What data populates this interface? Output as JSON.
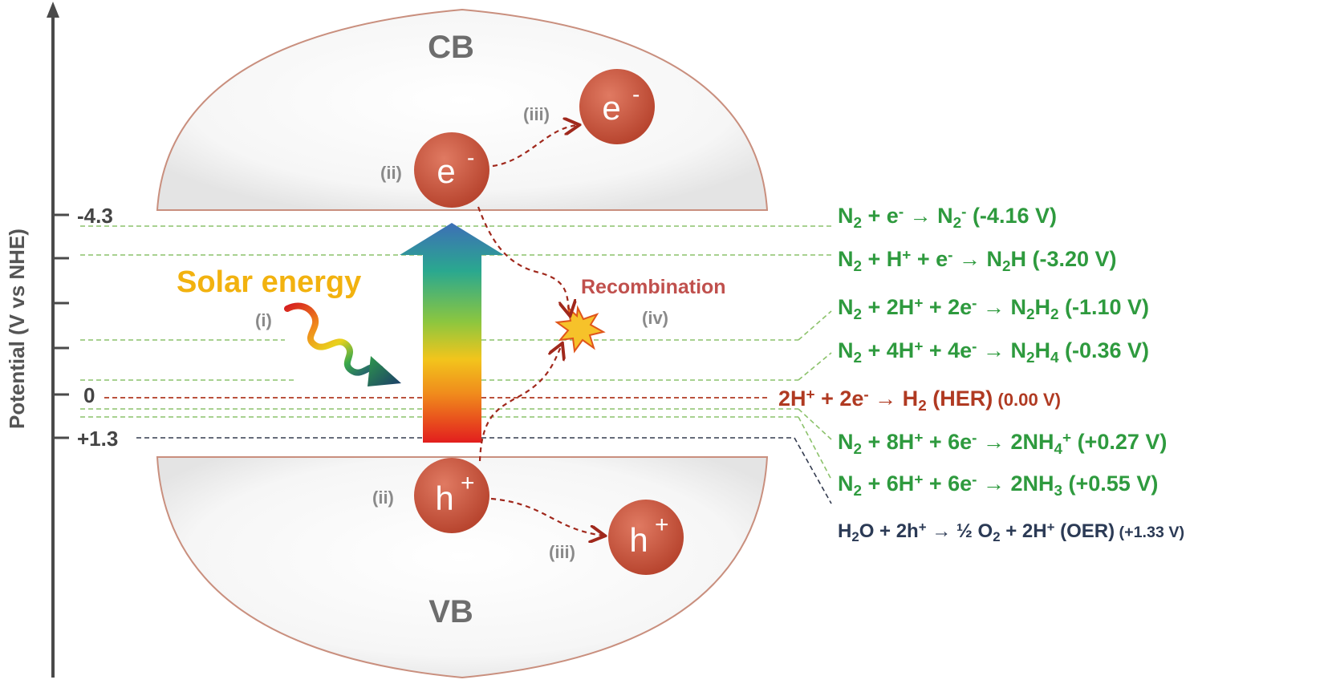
{
  "axis": {
    "title": "Potential (V vs NHE)",
    "ticks": [
      {
        "label": "-4.3"
      },
      {
        "label": "0"
      },
      {
        "label": "+1.3"
      }
    ]
  },
  "bands": {
    "cb_label": "CB",
    "vb_label": "VB"
  },
  "carriers": {
    "electron": "e",
    "electron_sup": "-",
    "hole": "h",
    "hole_sup": "+"
  },
  "steps": {
    "i": "(i)",
    "ii_top": "(ii)",
    "ii_bottom": "(ii)",
    "iii_top": "(iii)",
    "iii_bottom": "(iii)",
    "iv": "(iv)"
  },
  "labels": {
    "solar": "Solar energy",
    "recombination": "Recombination"
  },
  "reactions": [
    {
      "id": "n2-minus",
      "parts": [
        [
          "N",
          ""
        ],
        [
          "2",
          "sub"
        ],
        [
          " + e",
          ""
        ],
        [
          "-",
          "sup"
        ],
        [
          " → N",
          ""
        ],
        [
          "2",
          "sub"
        ],
        [
          "-",
          "sup"
        ],
        [
          " (-4.16 V)",
          ""
        ]
      ],
      "color": "#2e9a3e"
    },
    {
      "id": "n2h",
      "parts": [
        [
          "N",
          ""
        ],
        [
          "2",
          "sub"
        ],
        [
          " + H",
          ""
        ],
        [
          "+",
          "sup"
        ],
        [
          " + e",
          ""
        ],
        [
          "-",
          "sup"
        ],
        [
          " → N",
          ""
        ],
        [
          "2",
          "sub"
        ],
        [
          "H (-3.20 V)",
          ""
        ]
      ],
      "color": "#2e9a3e"
    },
    {
      "id": "n2h2",
      "parts": [
        [
          "N",
          ""
        ],
        [
          "2",
          "sub"
        ],
        [
          " + 2H",
          ""
        ],
        [
          "+",
          "sup"
        ],
        [
          " + 2e",
          ""
        ],
        [
          "-",
          "sup"
        ],
        [
          " → N",
          ""
        ],
        [
          "2",
          "sub"
        ],
        [
          "H",
          ""
        ],
        [
          "2",
          "sub"
        ],
        [
          " (-1.10 V)",
          ""
        ]
      ],
      "color": "#2e9a3e"
    },
    {
      "id": "n2h4",
      "parts": [
        [
          "N",
          ""
        ],
        [
          "2",
          "sub"
        ],
        [
          " + 4H",
          ""
        ],
        [
          "+",
          "sup"
        ],
        [
          " + 4e",
          ""
        ],
        [
          "-",
          "sup"
        ],
        [
          " → N",
          ""
        ],
        [
          "2",
          "sub"
        ],
        [
          "H",
          ""
        ],
        [
          "4",
          "sub"
        ],
        [
          " (-0.36 V)",
          ""
        ]
      ],
      "color": "#2e9a3e"
    },
    {
      "id": "her",
      "parts": [
        [
          "2H",
          ""
        ],
        [
          "+",
          "sup"
        ],
        [
          " + 2e",
          ""
        ],
        [
          "-",
          "sup"
        ],
        [
          " → H",
          ""
        ],
        [
          "2",
          "sub"
        ],
        [
          " (HER)",
          ""
        ],
        [
          " (0.00 V)",
          "small"
        ]
      ],
      "color": "#b03a22"
    },
    {
      "id": "nh4",
      "parts": [
        [
          "N",
          ""
        ],
        [
          "2",
          "sub"
        ],
        [
          " + 8H",
          ""
        ],
        [
          "+",
          "sup"
        ],
        [
          " + 6e",
          ""
        ],
        [
          "-",
          "sup"
        ],
        [
          " → 2NH",
          ""
        ],
        [
          "4",
          "sub"
        ],
        [
          "+",
          "sup"
        ],
        [
          " (+0.27 V)",
          ""
        ]
      ],
      "color": "#2e9a3e"
    },
    {
      "id": "nh3",
      "parts": [
        [
          "N",
          ""
        ],
        [
          "2",
          "sub"
        ],
        [
          " + 6H",
          ""
        ],
        [
          "+",
          "sup"
        ],
        [
          " + 6e",
          ""
        ],
        [
          "-",
          "sup"
        ],
        [
          " → 2NH",
          ""
        ],
        [
          "3",
          "sub"
        ],
        [
          " (+0.55 V)",
          ""
        ]
      ],
      "color": "#2e9a3e"
    },
    {
      "id": "oer",
      "parts": [
        [
          "H",
          ""
        ],
        [
          "2",
          "sub"
        ],
        [
          "O + 2h",
          ""
        ],
        [
          "+",
          "sup"
        ],
        [
          " → ½ O",
          ""
        ],
        [
          "2",
          "sub"
        ],
        [
          " + 2H",
          ""
        ],
        [
          "+",
          "sup"
        ],
        [
          " (OER)",
          ""
        ],
        [
          " (+1.33 V)",
          "small"
        ]
      ],
      "color": "#2b3a55"
    }
  ],
  "colors": {
    "green_line": "#8cc26b",
    "her_line": "#b03a22",
    "oer_line": "#333b4f",
    "carrier_fill": "#c8573f",
    "dashed_arrow": "#a0281c"
  }
}
